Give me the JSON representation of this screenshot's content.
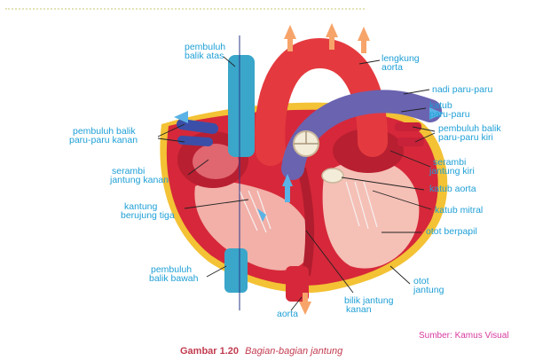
{
  "labels": {
    "pembuluh_balik_atas": [
      "pembuluh",
      "balik atas"
    ],
    "lengkung_aorta": [
      "lengkung",
      "aorta"
    ],
    "nadi_paru_paru": [
      "nadi paru-paru"
    ],
    "katub_paru_paru": [
      "katub",
      "paru-paru"
    ],
    "pembuluh_balik_paru_kiri": [
      "pembuluh balik",
      "paru-paru kiri"
    ],
    "pembuluh_balik_paru_kanan": [
      "pembuluh balik",
      "paru-paru kanan"
    ],
    "serambi_jantung_kanan": [
      "serambi",
      "jantung kanan"
    ],
    "serambi_jantung_kiri": [
      "serambi",
      "jantung kiri"
    ],
    "katub_aorta": [
      "katub aorta"
    ],
    "kantung_berujung_tiga": [
      "kantung",
      "berujung tiga"
    ],
    "katub_mitral": [
      "katub mitral"
    ],
    "otot_berpapil": [
      "otot berpapil"
    ],
    "pembuluh_balik_bawah": [
      "pembuluh",
      "balik bawah"
    ],
    "otot_jantung": [
      "otot",
      "jantung"
    ],
    "bilik_jantung_kanan": [
      "bilik jantung",
      "kanan"
    ],
    "aorta": [
      "aorta"
    ]
  },
  "caption": {
    "number": "Gambar 1.20",
    "title": "Bagian-bagian jantung"
  },
  "source": "Sumber: Kamus Visual",
  "colors": {
    "label": "#1e9fd6",
    "caption": "#c23b50",
    "source": "#d83aa0",
    "heart_outer": "#d6283a",
    "heart_inner": "#f2b0a8",
    "vein_blue": "#3aa6c9",
    "artery_purple": "#6a63b0",
    "fat_yellow": "#f3c235",
    "flow_arrow": "#f7a46a"
  }
}
